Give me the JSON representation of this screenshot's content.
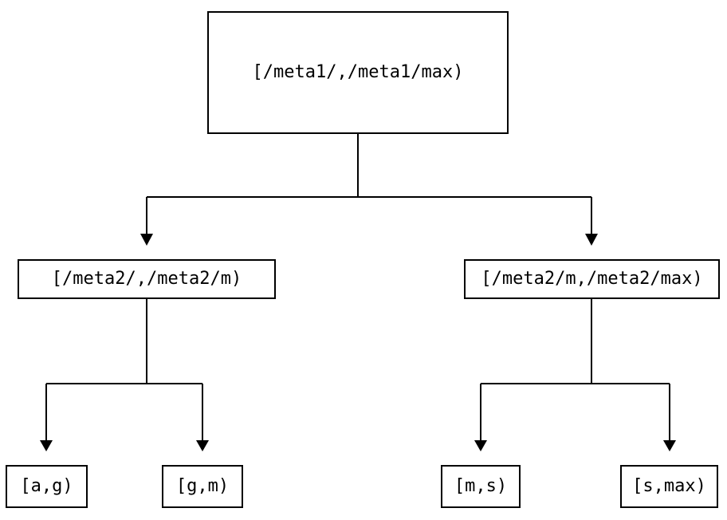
{
  "diagram": {
    "type": "binary-interval-partition-tree",
    "background_color": "#ffffff",
    "line_color": "#000000",
    "text_color": "#000000",
    "nodes": {
      "root": {
        "label": "[/meta1/,/meta1/max)"
      },
      "mid_left": {
        "label": "[/meta2/,/meta2/m)"
      },
      "mid_right": {
        "label": "[/meta2/m,/meta2/max)"
      },
      "leaf_ag": {
        "label": "[a,g)"
      },
      "leaf_gm": {
        "label": "[g,m)"
      },
      "leaf_ms": {
        "label": "[m,s)"
      },
      "leaf_smax": {
        "label": "[s,max)"
      }
    },
    "edges": [
      {
        "from": "root",
        "to": "mid_left"
      },
      {
        "from": "root",
        "to": "mid_right"
      },
      {
        "from": "mid_left",
        "to": "leaf_ag"
      },
      {
        "from": "mid_left",
        "to": "leaf_gm"
      },
      {
        "from": "mid_right",
        "to": "leaf_ms"
      },
      {
        "from": "mid_right",
        "to": "leaf_smax"
      }
    ]
  }
}
